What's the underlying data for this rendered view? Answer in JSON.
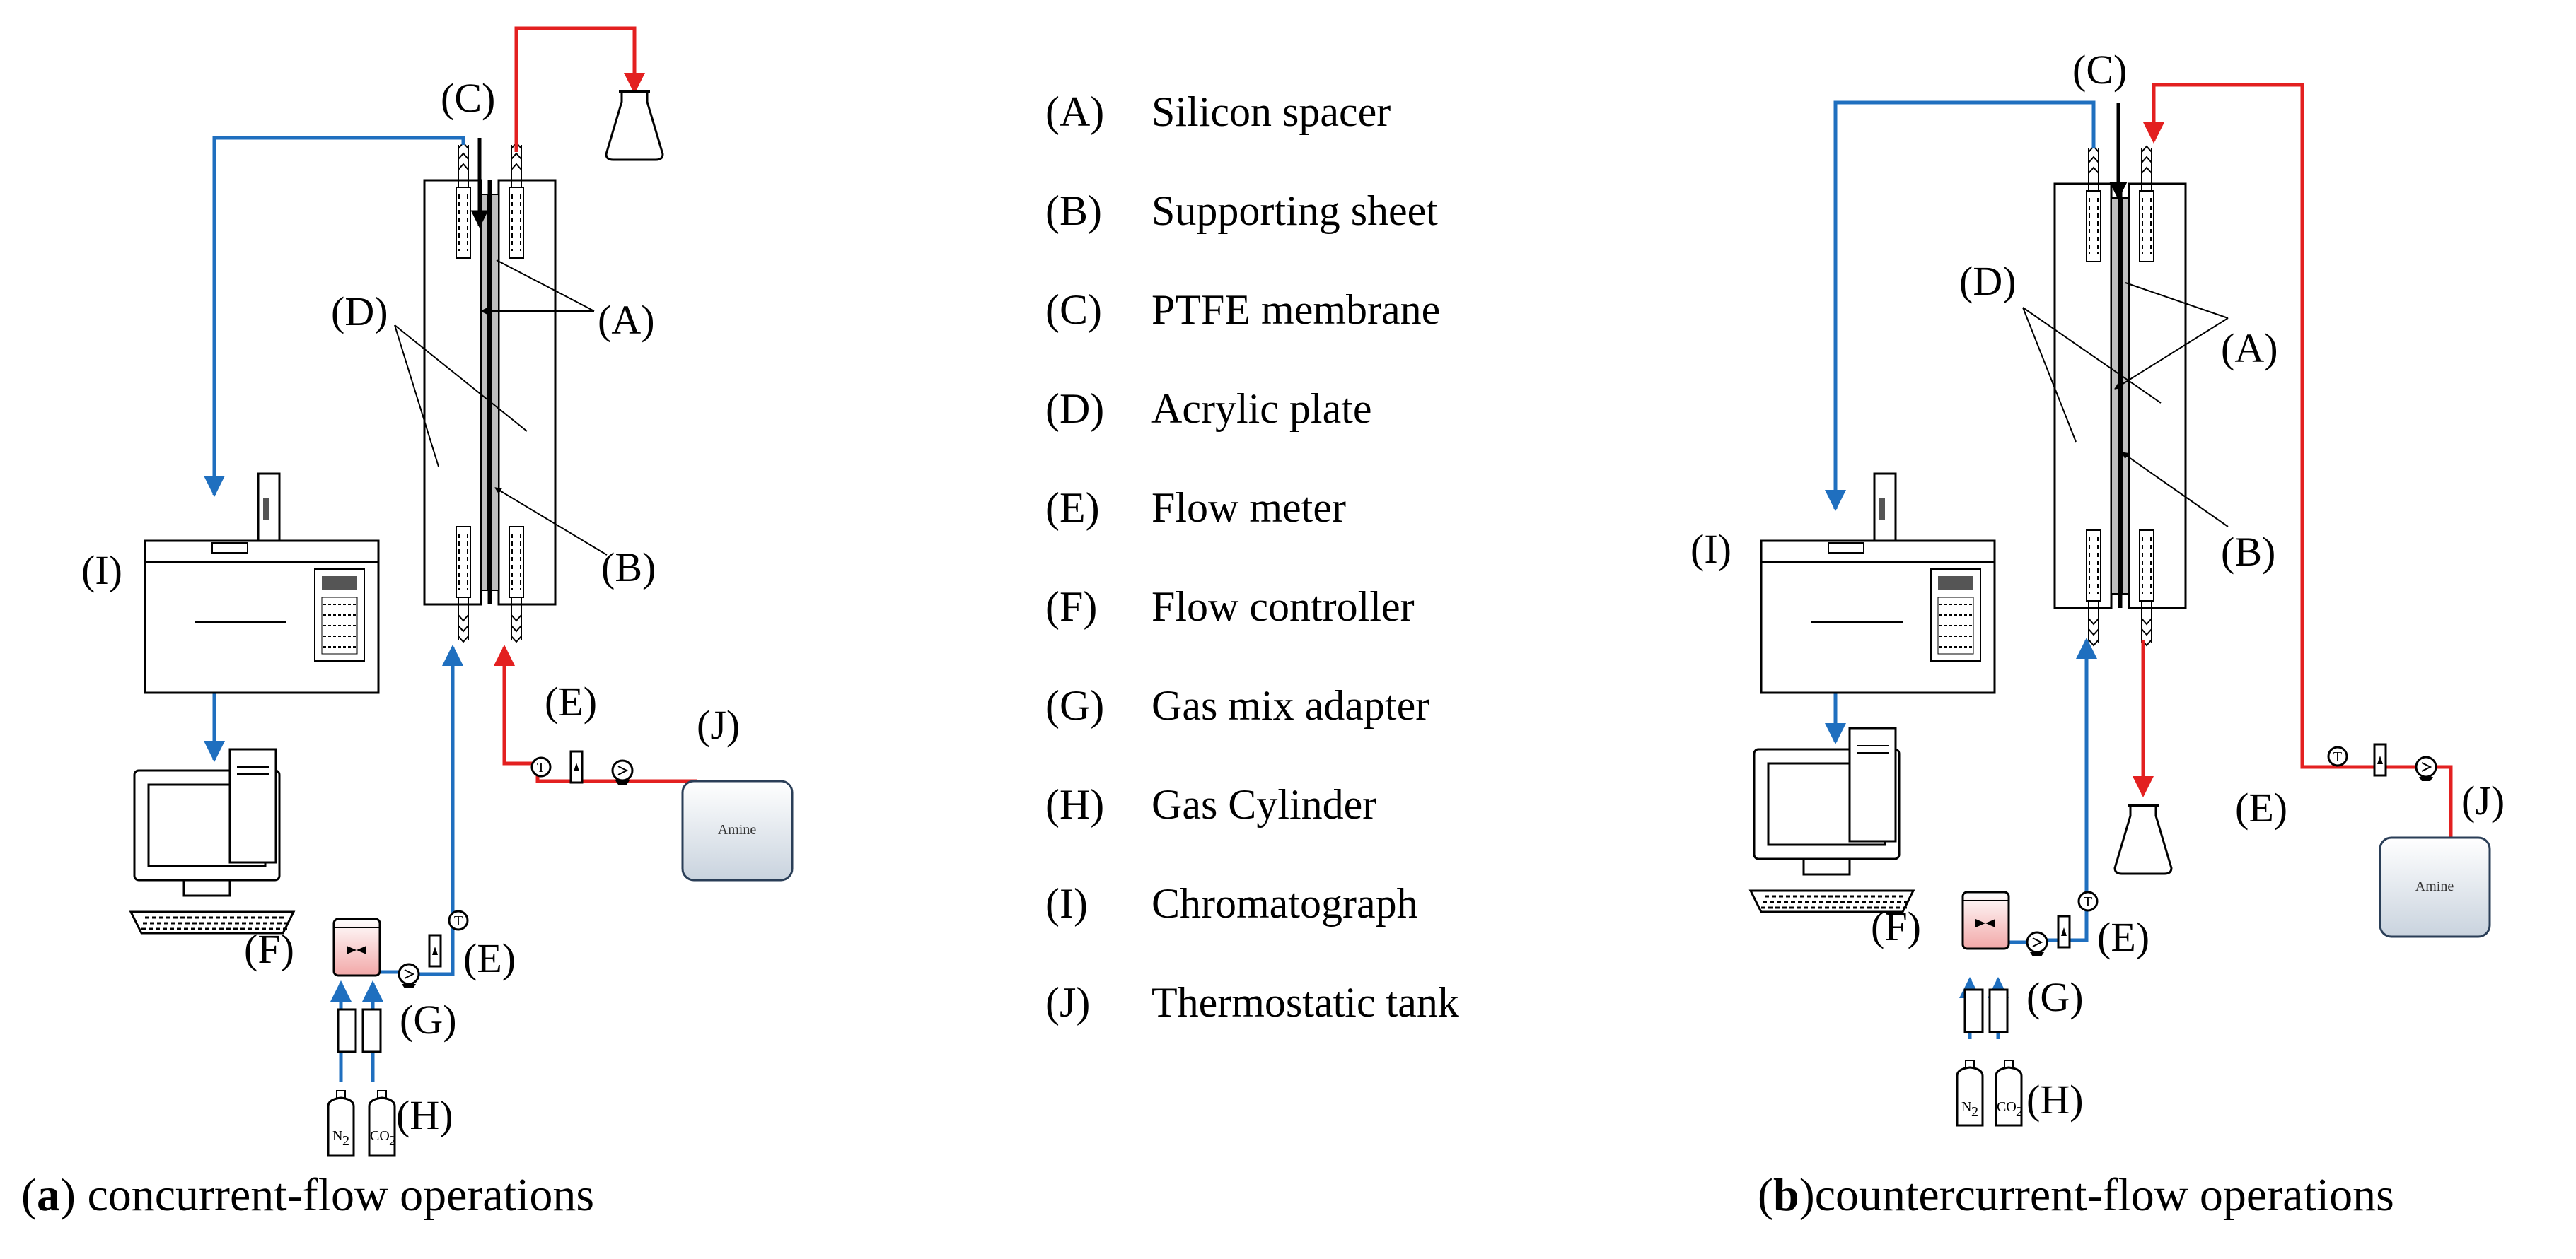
{
  "legend": [
    {
      "key": "(A)",
      "text": "Silicon spacer"
    },
    {
      "key": "(B)",
      "text": "Supporting sheet"
    },
    {
      "key": "(C)",
      "text": "PTFE membrane"
    },
    {
      "key": "(D)",
      "text": "Acrylic plate"
    },
    {
      "key": "(E)",
      "text": "Flow meter"
    },
    {
      "key": "(F)",
      "text": "Flow controller"
    },
    {
      "key": "(G)",
      "text": "Gas mix adapter"
    },
    {
      "key": "(H)",
      "text": "Gas Cylinder"
    },
    {
      "key": "(I)",
      "text": "Chromatograph"
    },
    {
      "key": "(J)",
      "text": "Thermostatic tank"
    }
  ],
  "labels": {
    "A": "(A)",
    "B": "(B)",
    "C": "(C)",
    "D": "(D)",
    "E": "(E)",
    "F": "(F)",
    "G": "(G)",
    "H": "(H)",
    "I": "(I)",
    "J": "(J)"
  },
  "tank_text": "Amine",
  "cylinders": {
    "n2_main": "N",
    "co2_main": "CO",
    "subscript": "2"
  },
  "gauge_symbol": "T",
  "captions": {
    "a_letter": "a",
    "a_text": " concurrent-flow operations",
    "b_letter": "b",
    "b_text": "countercurrent-flow operations"
  },
  "colors": {
    "gas_line": "#1f6fbf",
    "liquid_line": "#e32020",
    "equipment": "#000000"
  }
}
